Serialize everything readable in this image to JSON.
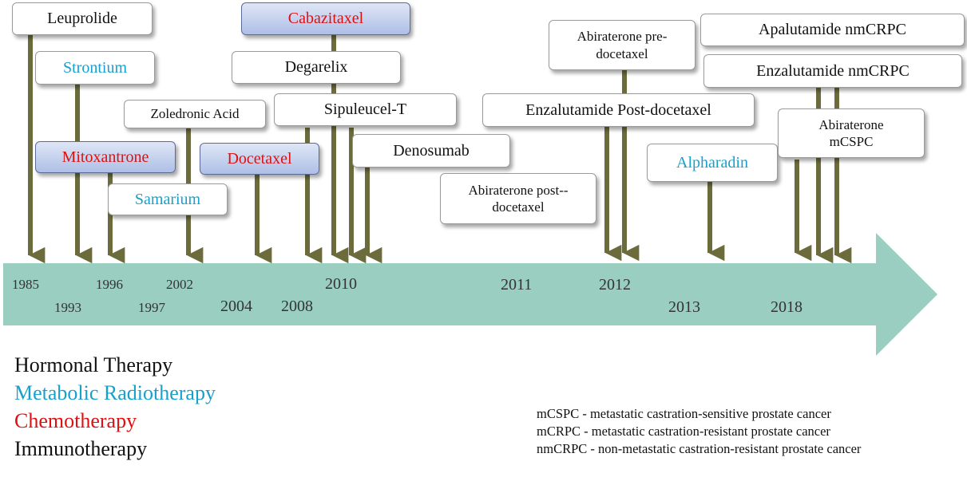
{
  "colors": {
    "hormonal": "#111111",
    "metabolic": "#18a0cc",
    "chemotherapy": "#e01010",
    "immunotherapy": "#111111",
    "timeline_band": "#99cec0",
    "arrow_pointer": "#6b6b3c"
  },
  "drugs": [
    {
      "id": "leuprolide",
      "label": "Leuprolide",
      "category": "hormonal"
    },
    {
      "id": "strontium",
      "label": "Strontium",
      "category": "metabolic"
    },
    {
      "id": "mitoxantrone",
      "label": "Mitoxantrone",
      "category": "chemo"
    },
    {
      "id": "samarium",
      "label": "Samarium",
      "category": "metabolic"
    },
    {
      "id": "zoledronic",
      "label": "Zoledronic Acid",
      "category": "hormonal"
    },
    {
      "id": "docetaxel",
      "label": "Docetaxel",
      "category": "chemo"
    },
    {
      "id": "cabazitaxel",
      "label": "Cabazitaxel",
      "category": "chemo"
    },
    {
      "id": "degarelix",
      "label": "Degarelix",
      "category": "hormonal"
    },
    {
      "id": "sipuleucel",
      "label": "Sipuleucel-T",
      "category": "immuno"
    },
    {
      "id": "denosumab",
      "label": "Denosumab",
      "category": "hormonal"
    },
    {
      "id": "abiraterone-post",
      "label": "Abiraterone post--docetaxel",
      "category": "hormonal"
    },
    {
      "id": "abiraterone-pre",
      "label": "Abiraterone pre-docetaxel",
      "category": "hormonal"
    },
    {
      "id": "enzalutamide-post",
      "label": "Enzalutamide Post-docetaxel",
      "category": "hormonal"
    },
    {
      "id": "alpharadin",
      "label": "Alpharadin",
      "category": "metabolic"
    },
    {
      "id": "apalutamide",
      "label": "Apalutamide nmCRPC",
      "category": "hormonal"
    },
    {
      "id": "enzalutamide-nm",
      "label": "Enzalutamide nmCRPC",
      "category": "hormonal"
    },
    {
      "id": "abiraterone-mcspc",
      "label": "Abiraterone mCSPC",
      "category": "hormonal"
    }
  ],
  "years": [
    "1985",
    "1993",
    "1996",
    "1997",
    "2002",
    "2004",
    "2008",
    "2010",
    "2011",
    "2012",
    "2013",
    "2018"
  ],
  "legend": [
    {
      "label": "Hormonal Therapy",
      "category": "hormonal"
    },
    {
      "label": "Metabolic Radiotherapy",
      "category": "metabolic"
    },
    {
      "label": "Chemotherapy",
      "category": "chemo"
    },
    {
      "label": "Immunotherapy",
      "category": "immuno"
    }
  ],
  "abbreviations": [
    "mCSPC - metastatic castration-sensitive prostate cancer",
    "mCRPC - metastatic castration-resistant prostate cancer",
    "nmCRPC - non-metastatic castration-resistant prostate cancer"
  ]
}
